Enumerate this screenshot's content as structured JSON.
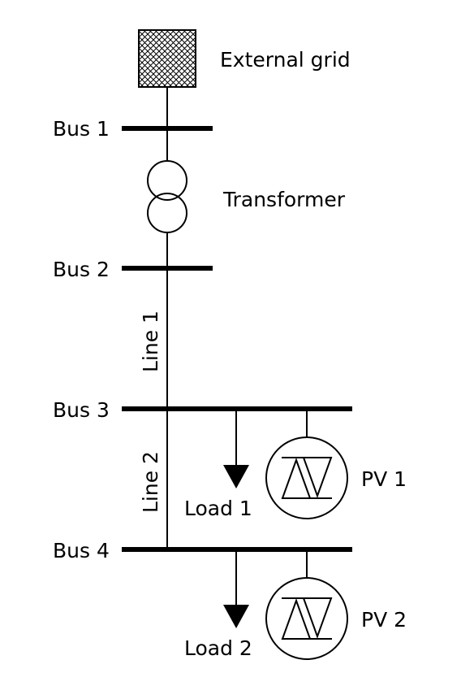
{
  "diagram": {
    "external_grid": "External grid",
    "transformer": "Transformer",
    "buses": [
      "Bus 1",
      "Bus 2",
      "Bus 3",
      "Bus 4"
    ],
    "lines": [
      "Line 1",
      "Line 2"
    ],
    "loads": [
      "Load 1",
      "Load 2"
    ],
    "pv": [
      "PV 1",
      "PV 2"
    ]
  },
  "colors": {
    "line": "#000000",
    "background": "#ffffff"
  }
}
